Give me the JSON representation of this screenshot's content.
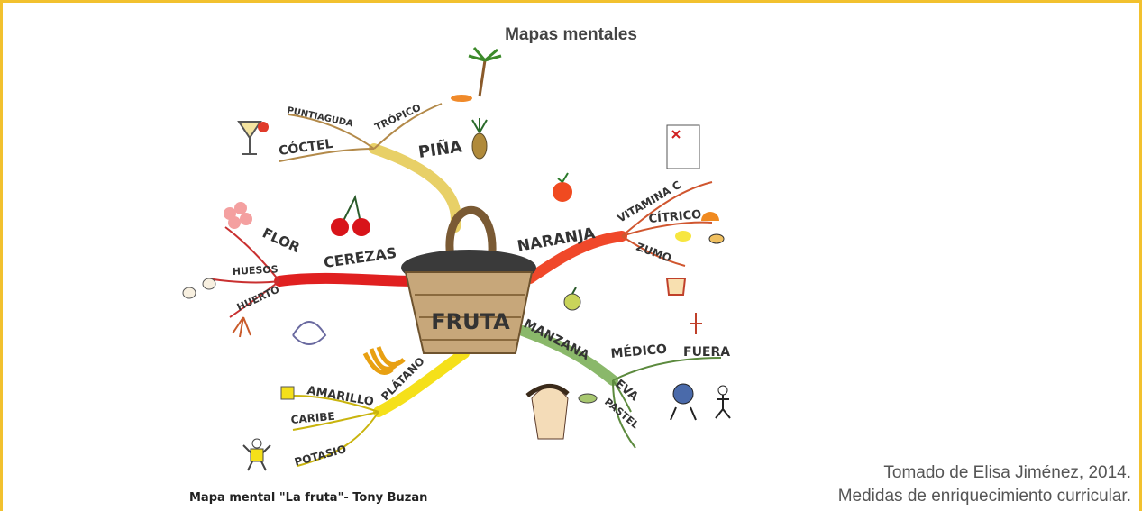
{
  "title": "Mapas mentales",
  "mindmap": {
    "center": "FRUTA",
    "branches": [
      {
        "label": "PIÑA",
        "subs": [
          "CÓCTEL",
          "PUNTIAGUDA",
          "TRÓPICO"
        ]
      },
      {
        "label": "NARANJA",
        "subs": [
          "VITAMINA C",
          "CÍTRICO",
          "ZUMO"
        ]
      },
      {
        "label": "CEREZAS",
        "subs": [
          "FLOR",
          "HUESOS",
          "HUERTO"
        ]
      },
      {
        "label": "MANZANA",
        "subs": [
          "MÉDICO",
          "FUERA",
          "EVA",
          "PASTEL"
        ]
      },
      {
        "label": "PLÁTANO",
        "subs": [
          "AMARILLO",
          "CARIBE",
          "POTASIO"
        ]
      }
    ],
    "caption": "Mapa mental \"La fruta\"- Tony Buzan"
  },
  "credit": {
    "line1": "Tomado de Elisa Jiménez, 2014.",
    "line2": "Medidas de enriquecimiento curricular."
  }
}
